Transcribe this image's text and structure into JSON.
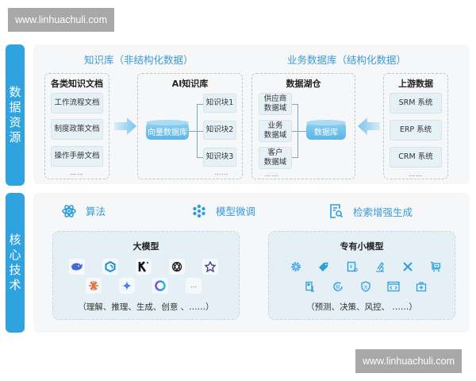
{
  "watermark": {
    "text": "www.linhuachuli.com"
  },
  "sections": {
    "data_resources": {
      "label": "数据资源"
    },
    "core_tech": {
      "label": "核心技术"
    }
  },
  "knowledge_base": {
    "title": "知识库（非结构化数据）",
    "documents": {
      "title": "各类知识文档",
      "items": [
        "工作流程文档",
        "制度政策文档",
        "操作手册文档"
      ],
      "more": "……"
    },
    "ai_kb": {
      "title": "AI知识库",
      "database": "向量数据库",
      "chunks": [
        "知识块1",
        "知识块2",
        "知识块3"
      ],
      "more": "……"
    }
  },
  "business_db": {
    "title": "业务数据库（结构化数据）",
    "lakehouse": {
      "title": "数据湖仓",
      "domains": [
        "供应商\n数据域",
        "业务\n数据域",
        "客户\n数据域"
      ],
      "database": "数据库",
      "more": "……"
    },
    "upstream": {
      "title": "上游数据",
      "systems": [
        "SRM 系统",
        "ERP 系统",
        "CRM 系统"
      ],
      "more": "……"
    }
  },
  "core": {
    "techniques": [
      {
        "label": "算法",
        "icon": "atom-icon"
      },
      {
        "label": "模型微调",
        "icon": "cluster-icon"
      },
      {
        "label": "检索增强生成",
        "icon": "document-search-icon"
      }
    ],
    "large_models": {
      "title": "大模型",
      "icons": [
        "deepseek-whale-icon",
        "hexagon-model-icon",
        "kimi-k-icon",
        "openai-knot-icon",
        "star-swirl-icon",
        "claude-burst-icon",
        "gemini-sparkle-icon",
        "doubao-ring-icon",
        "more-ellipsis-icon"
      ],
      "more_label": "...",
      "caption": "（理解、推理、生成、创意 、……）"
    },
    "small_models": {
      "title": "专有小模型",
      "icons": [
        "gear-icon",
        "tag-icon",
        "invoice-icon",
        "microscope-icon",
        "tools-icon",
        "cart-icon",
        "report-icon",
        "tax-icon",
        "legal-shield-icon",
        "code-window-icon",
        "medkit-icon"
      ],
      "caption": "（预测、决策、风控、  ……）"
    }
  },
  "colors": {
    "accent": "#2fa3e0",
    "title_blue": "#3a9bd6",
    "panel_bg": "#f6f7f8",
    "item_bg": "#e6f1f6",
    "model_bg": "#e4f0f5",
    "watermark_bg": "#a8a8a8"
  }
}
